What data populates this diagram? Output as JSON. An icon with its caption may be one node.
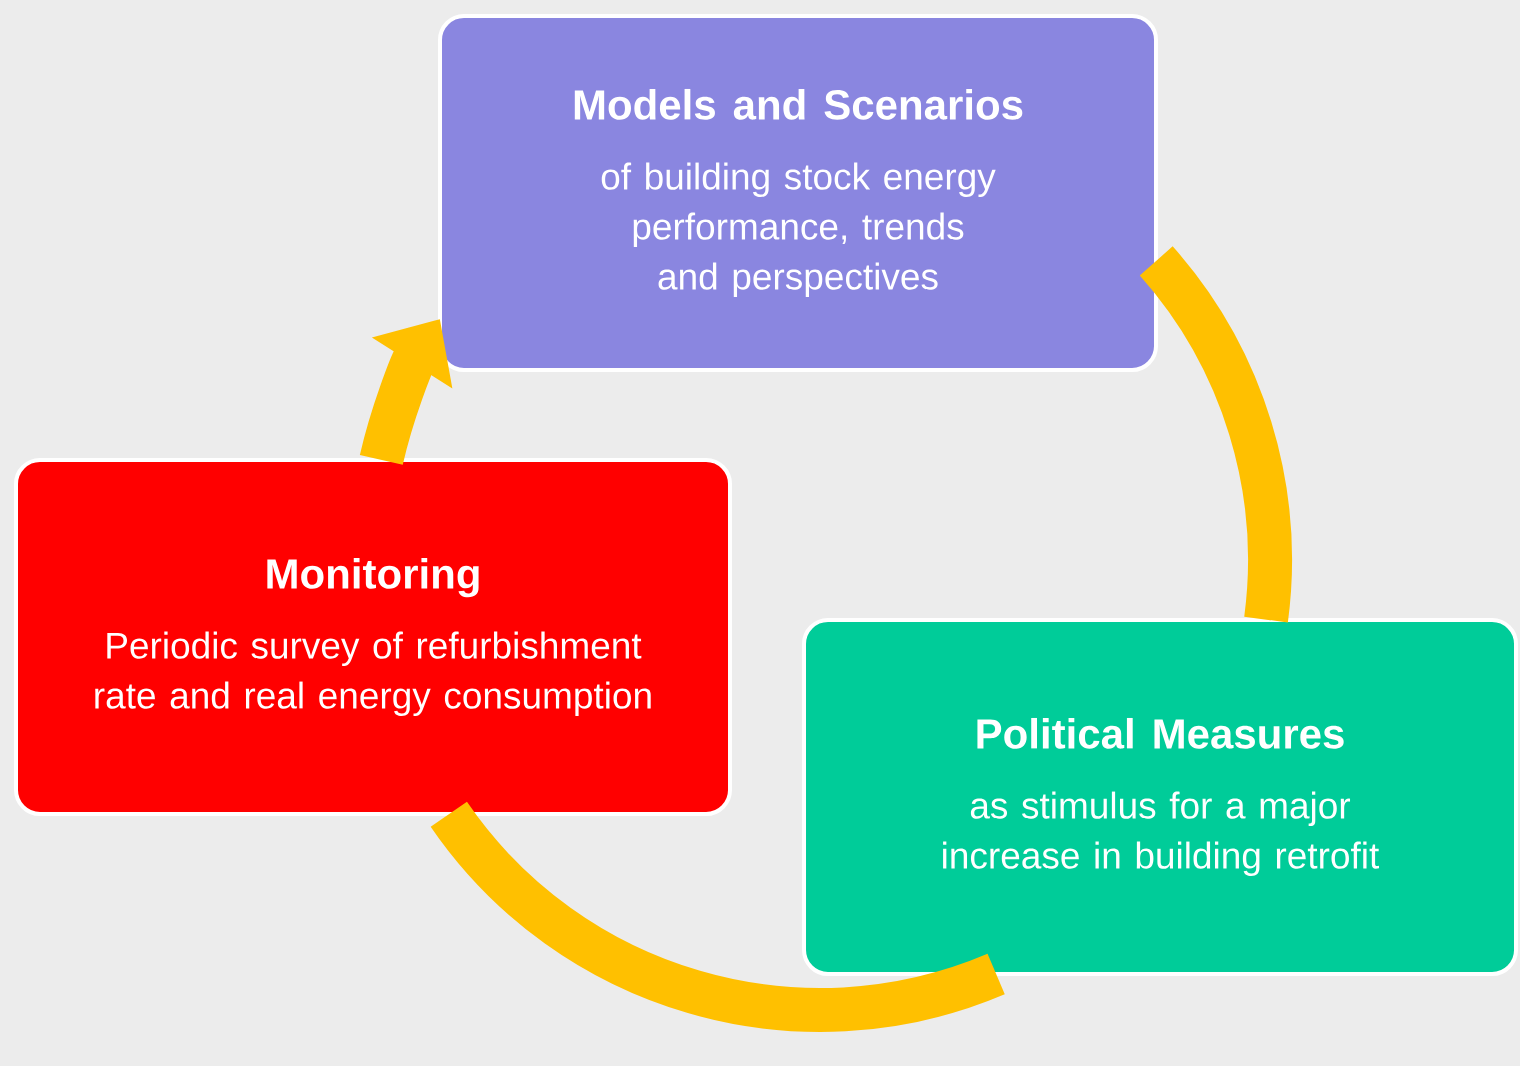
{
  "diagram": {
    "nodes": [
      {
        "text": [
          "Models and Scenarios",
          "of building stock energy performance, trends and perspectives"
        ]
      },
      {
        "text": [
          "Monitoring",
          "Periodic survey of refurbishment rate and real energy consumption"
        ]
      },
      {
        "text": [
          "Political Measures",
          "as stimulus for a major increase in building retrofit"
        ]
      }
    ],
    "edges": [
      {
        "from": 0,
        "to": 2,
        "arrow": "none"
      },
      {
        "from": 2,
        "to": 1,
        "arrow": "none"
      },
      {
        "from": 1,
        "to": 0,
        "arrow": "to"
      }
    ]
  }
}
